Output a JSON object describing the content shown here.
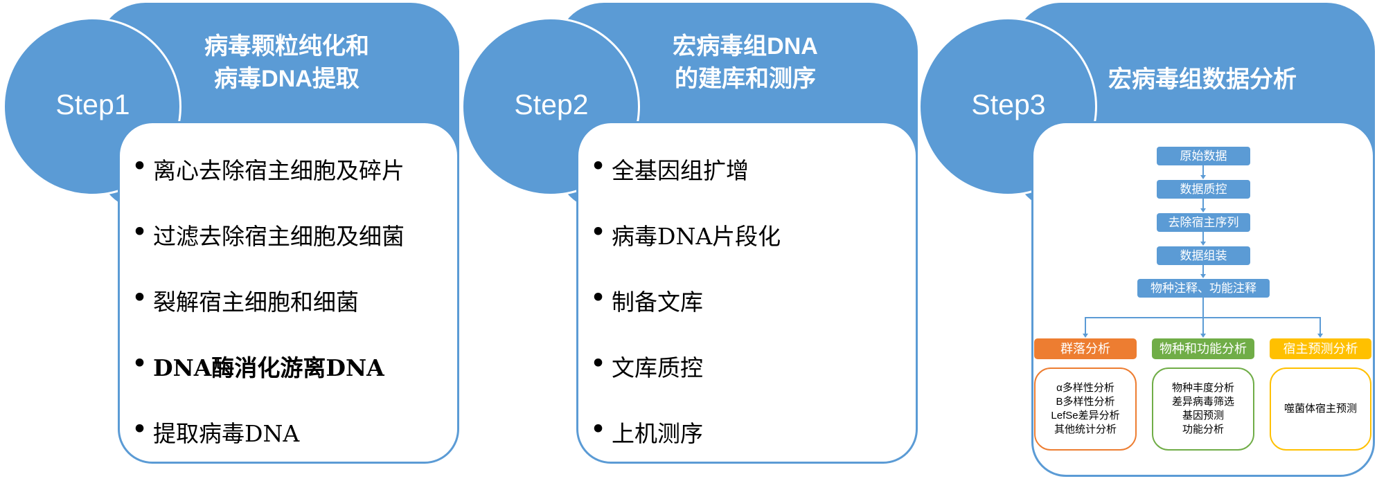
{
  "colors": {
    "blue": "#5B9BD5",
    "orange": "#ED7D31",
    "green": "#70AD47",
    "yellow": "#FFC000"
  },
  "steps": [
    {
      "step": "Step1",
      "title_lines": [
        "病毒颗粒纯化和",
        "病毒DNA提取"
      ],
      "bullets": [
        "离心去除宿主细胞及碎片",
        "过滤去除宿主细胞及细菌",
        "裂解宿主细胞和细菌",
        "DNA酶消化游离DNA",
        "提取病毒DNA"
      ]
    },
    {
      "step": "Step2",
      "title_lines": [
        "宏病毒组DNA",
        "的建库和测序"
      ],
      "bullets": [
        "全基因组扩增",
        "病毒DNA片段化",
        "制备文库",
        "文库质控",
        "上机测序"
      ]
    },
    {
      "step": "Step3",
      "title_lines": [
        "宏病毒组数据分析"
      ],
      "flow": [
        "原始数据",
        "数据质控",
        "去除宿主序列",
        "数据组装",
        "物种注释、功能注释"
      ],
      "categories": [
        {
          "label": "群落分析",
          "items": [
            "α多样性分析",
            "Β多样性分析",
            "LefSe差异分析",
            "其他统计分析"
          ]
        },
        {
          "label": "物种和功能分析",
          "items": [
            "物种丰度分析",
            "差异病毒筛选",
            "基因预测",
            "功能分析"
          ]
        },
        {
          "label": "宿主预测分析",
          "items": [
            "噬菌体宿主预测"
          ]
        }
      ]
    }
  ],
  "bullet_symbol": "•"
}
